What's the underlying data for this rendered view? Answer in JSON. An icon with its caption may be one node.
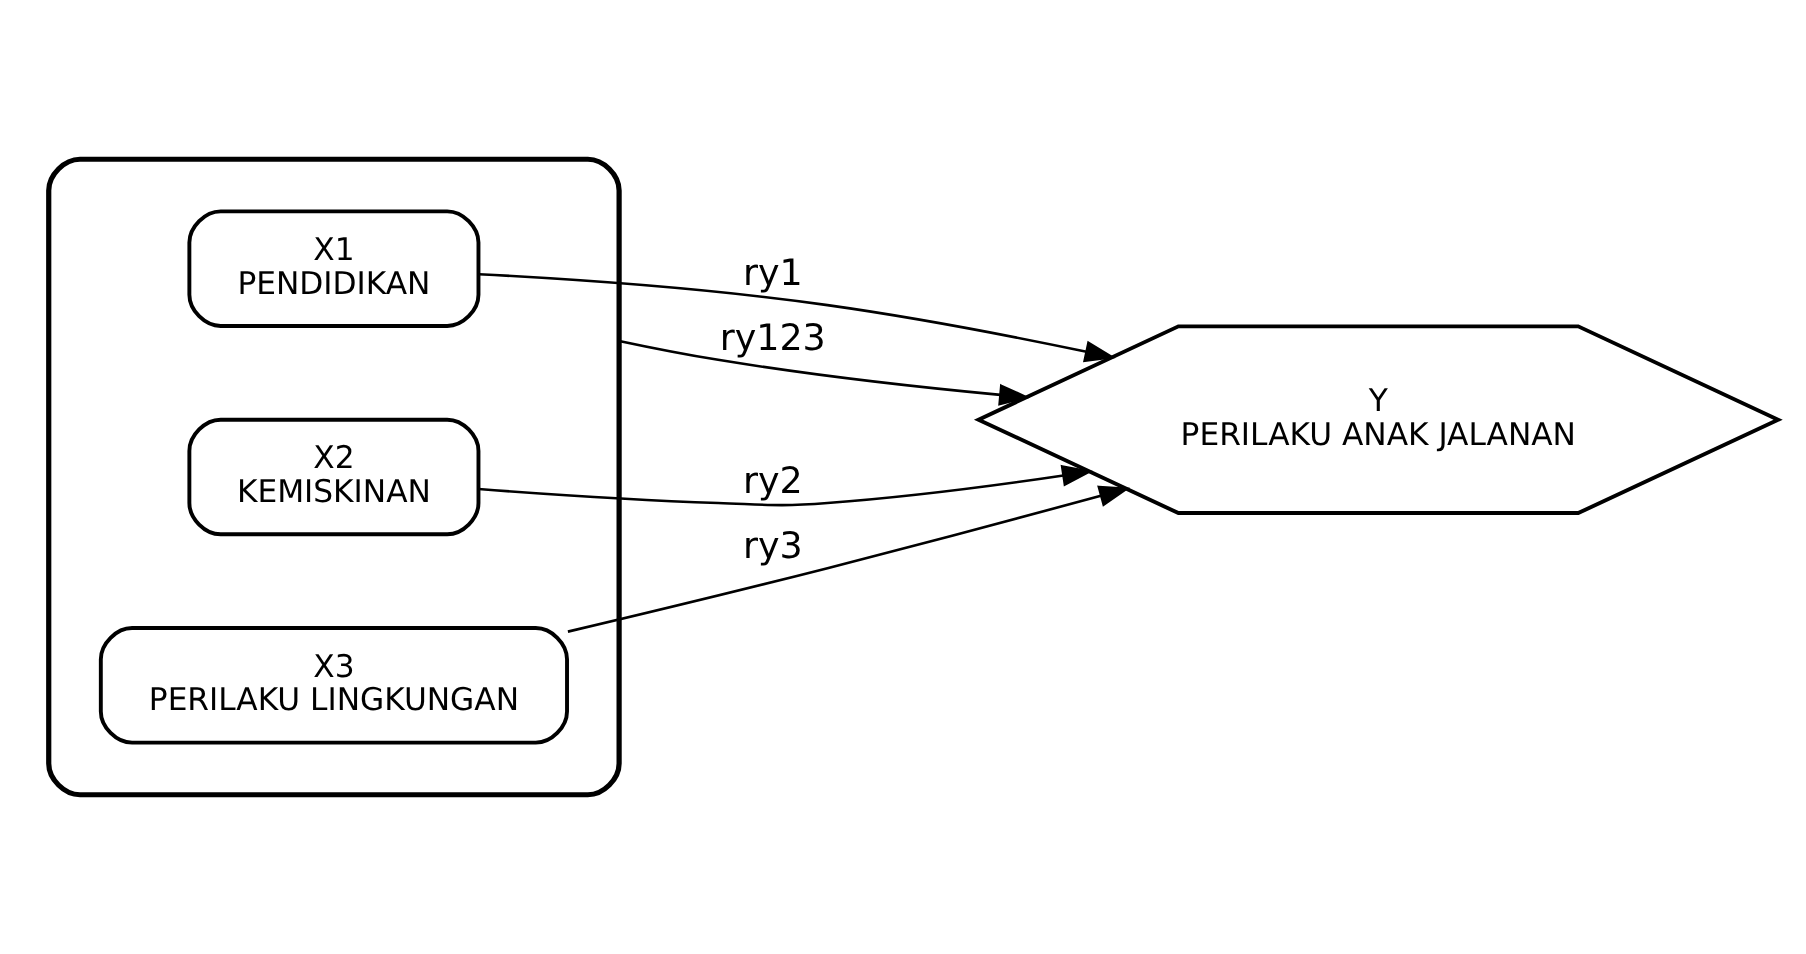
{
  "diagram": {
    "nodes": [
      {
        "text": [],
        "shape": "box"
      },
      {
        "text": [
          "X1",
          "PENDIDIKAN"
        ],
        "in": 0
      },
      {
        "text": [
          "X2",
          "KEMISKINAN"
        ],
        "in": 0
      },
      {
        "text": [
          "X3",
          "PERILAKU LINGKUNGAN"
        ],
        "in": 0
      },
      {
        "text": [
          "Y",
          "PERILAKU ANAK JALANAN"
        ]
      }
    ],
    "edges": [
      {
        "from": 1,
        "to": 4,
        "arrow": "to",
        "label": "ry1"
      },
      {
        "from": 2,
        "to": 4,
        "arrow": "to",
        "label": "ry2"
      },
      {
        "from": 3,
        "to": 4,
        "arrow": "to",
        "label": "ry3"
      },
      {
        "from": 0,
        "to": 4,
        "arrow": "to",
        "label": "ry123"
      }
    ]
  }
}
